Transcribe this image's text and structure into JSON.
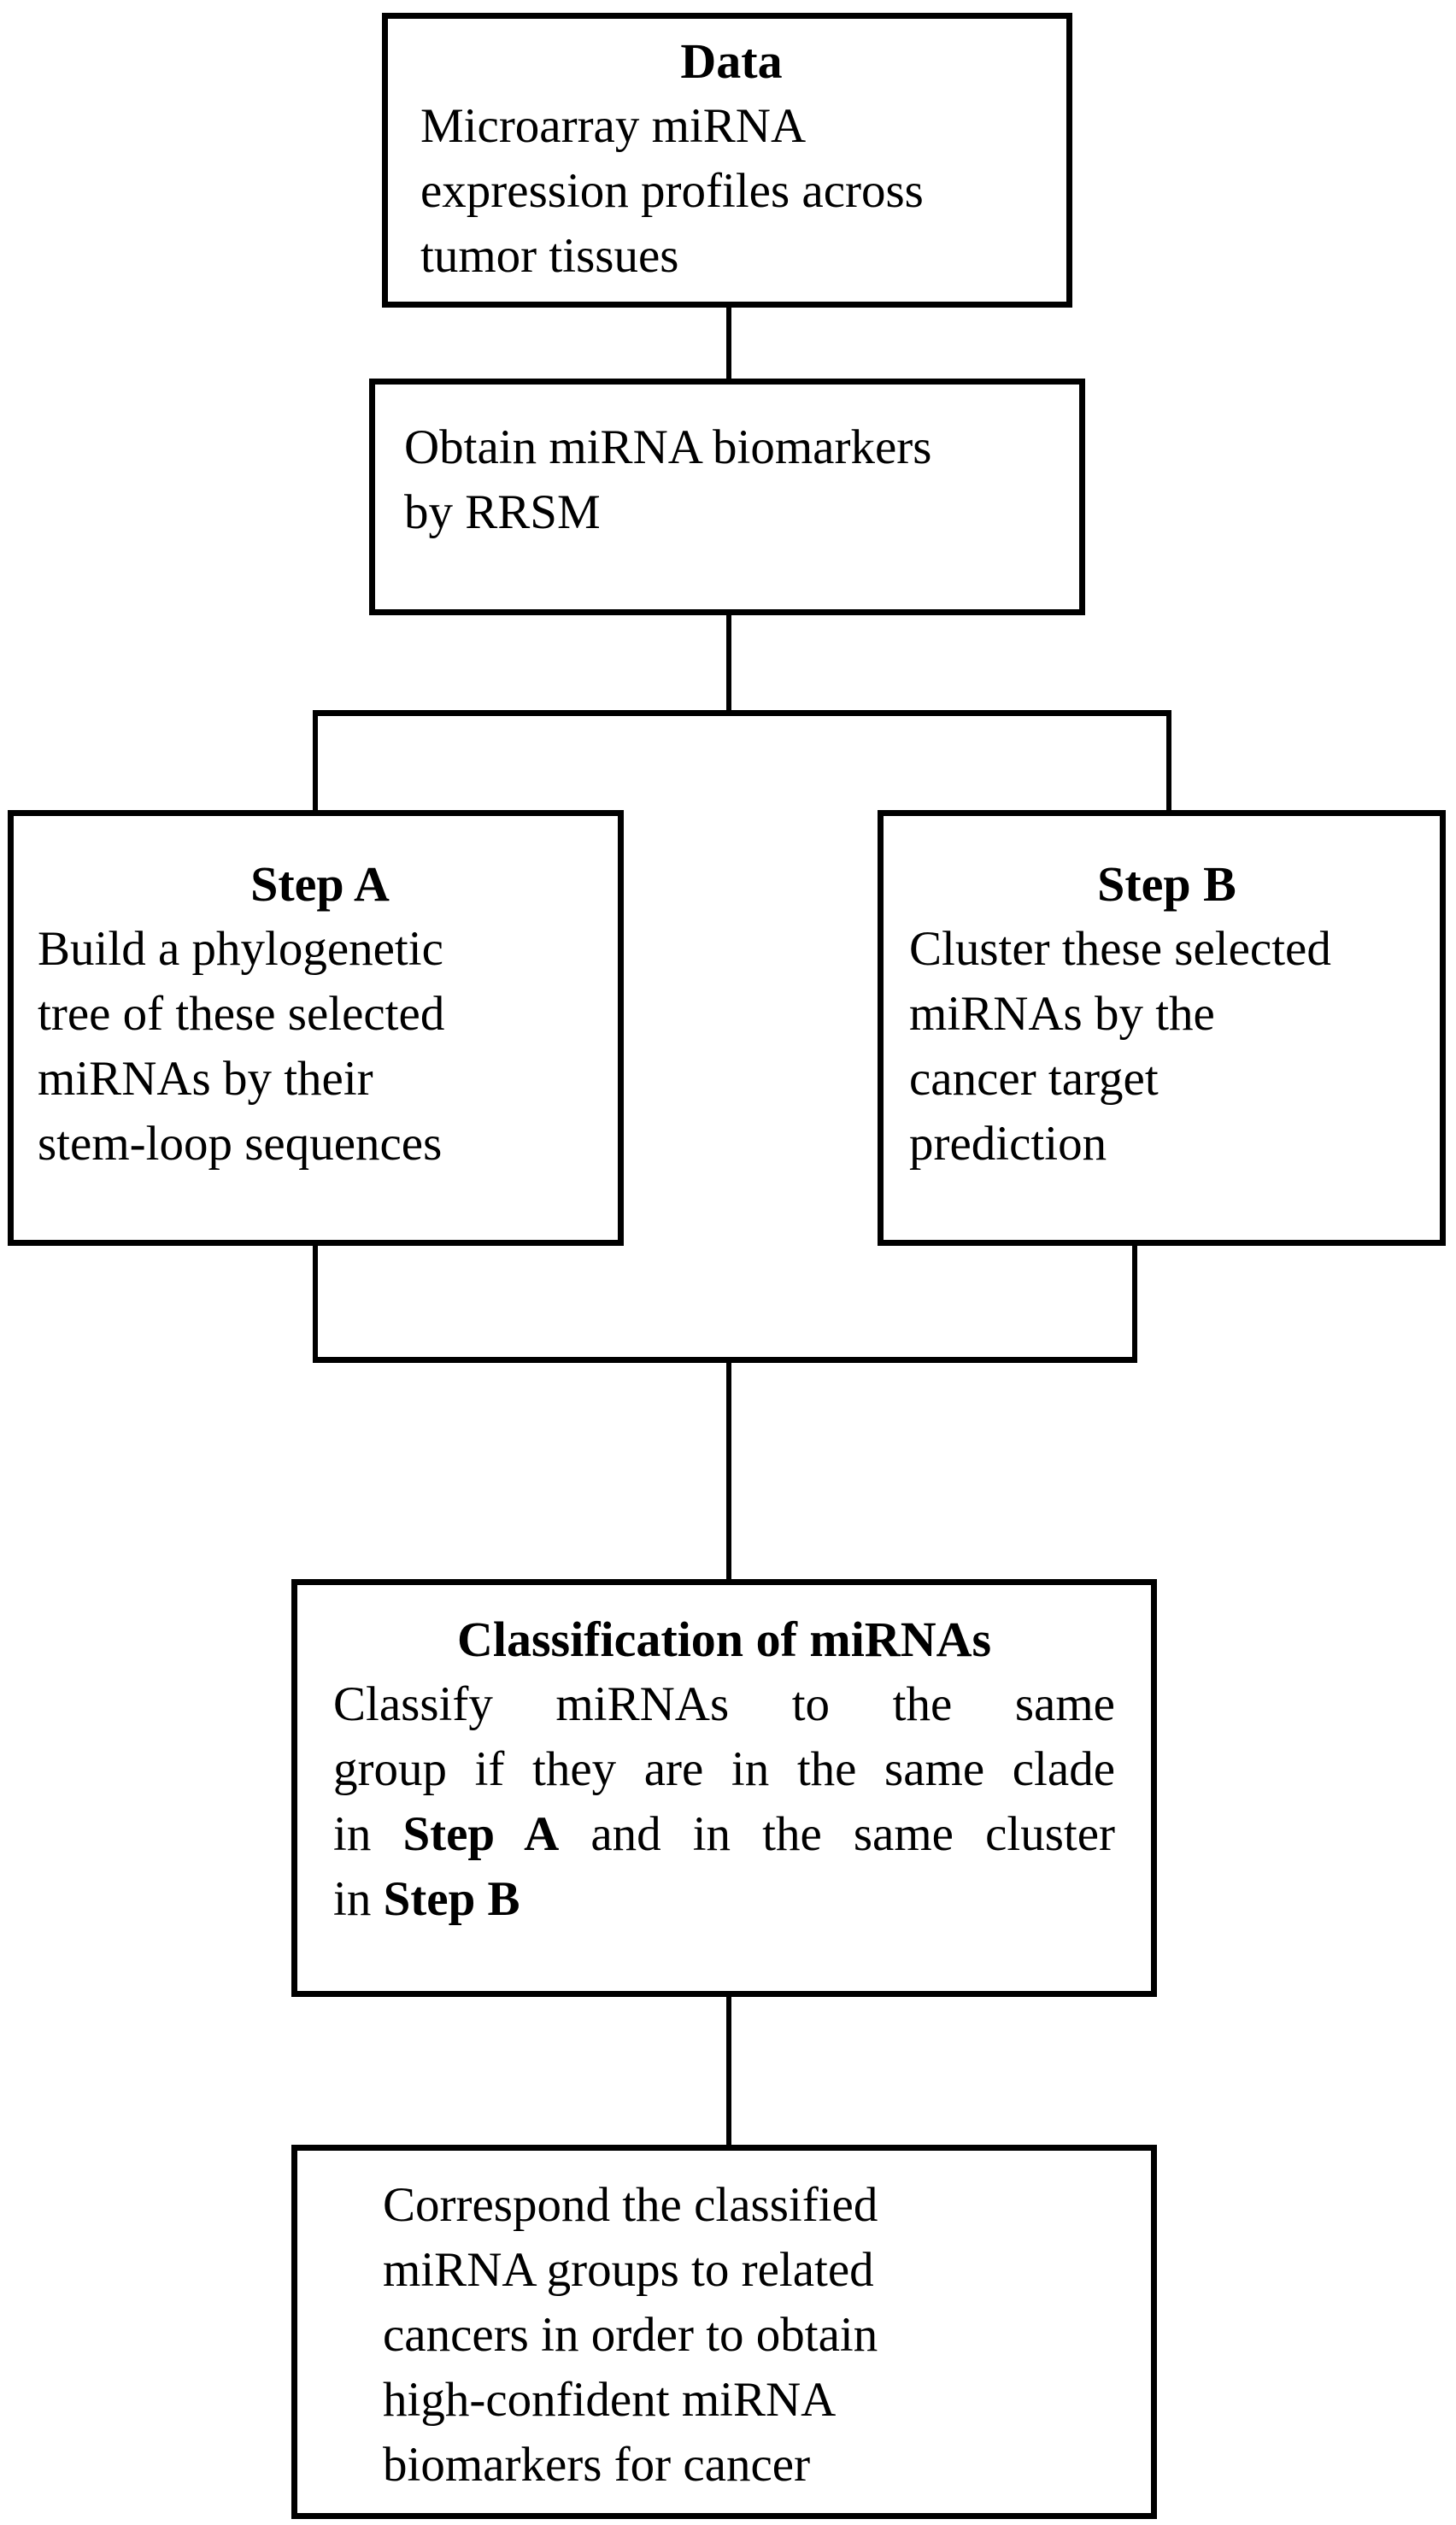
{
  "diagram": {
    "background_color": "#ffffff",
    "line_color": "#000000",
    "text_color": "#000000",
    "boxes": {
      "data": {
        "title": "Data",
        "lines": [
          "Microarray miRNA",
          "expression profiles across",
          "tumor tissues"
        ]
      },
      "rrsm": {
        "lines": [
          "Obtain miRNA biomarkers",
          "by RRSM"
        ]
      },
      "step_a": {
        "title": "Step A",
        "lines": [
          "Build a phylogenetic",
          "tree of these selected",
          "miRNAs by their",
          "stem-loop sequences"
        ]
      },
      "step_b": {
        "title": "Step B",
        "lines": [
          "Cluster these selected",
          "miRNAs by the",
          "cancer target",
          "prediction"
        ]
      },
      "classification": {
        "title": "Classification of miRNAs",
        "line1": "Classify miRNAs to the same",
        "line2": "group if they are in the same clade",
        "line3_pre": "in ",
        "line3_bold": "Step A",
        "line3_post": " and in the same cluster",
        "line4_pre": "in ",
        "line4_bold": "Step B"
      },
      "final": {
        "lines": [
          "Correspond the classified",
          "miRNA groups to related",
          "cancers in order to obtain",
          "high-confident miRNA",
          "biomarkers for cancer"
        ]
      }
    }
  }
}
